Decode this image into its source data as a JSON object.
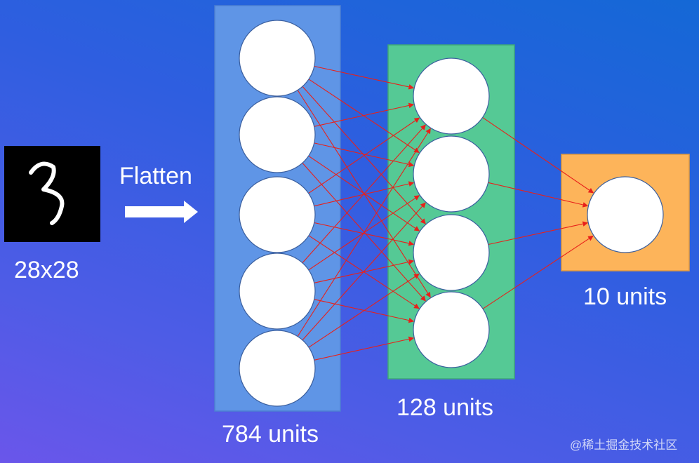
{
  "input": {
    "digit": "3",
    "size_label": "28x28"
  },
  "flatten_label": "Flatten",
  "layers": [
    {
      "label": "784 units",
      "visible_nodes": 5,
      "color": "#5f95e6"
    },
    {
      "label": "128 units",
      "visible_nodes": 4,
      "color": "#55c995"
    },
    {
      "label": "10 units",
      "visible_nodes": 1,
      "color": "#fdb45a"
    }
  ],
  "edge_color": "#e8201a",
  "node_color": "#ffffff",
  "watermark": "@稀土掘金技术社区"
}
